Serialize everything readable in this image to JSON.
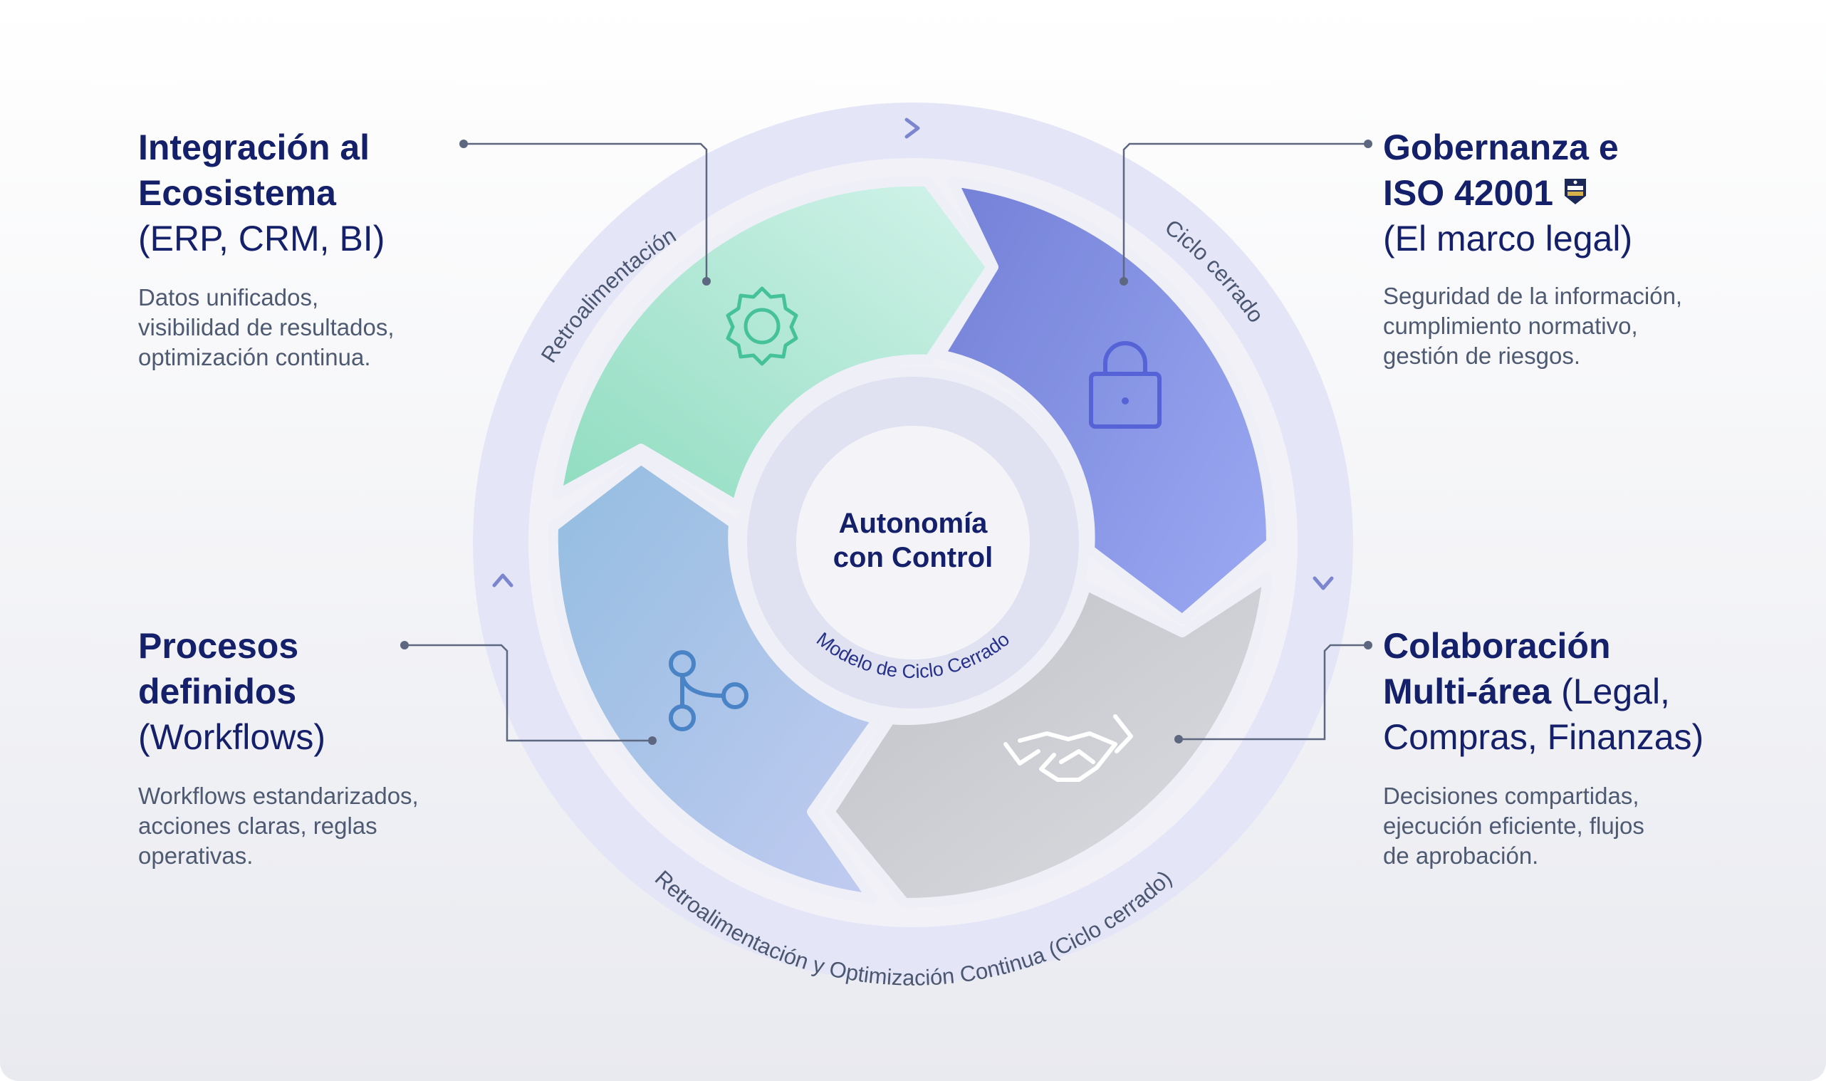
{
  "center": {
    "title_line1": "Autonomía",
    "title_line2": "con Control",
    "subtitle": "Modelo de Ciclo Cerrado"
  },
  "ring_labels": {
    "top_left": "Retroalimentación",
    "top_right": "Ciclo cerrado",
    "bottom": "Retroalimentación y Optimización Continua (Ciclo cerrado)"
  },
  "segments": [
    {
      "name": "Integración al Ecosistema",
      "icon": "gear-icon",
      "color_start": "#8fdcc0",
      "color_end": "#d3f3ea"
    },
    {
      "name": "Gobernanza e ISO 42001",
      "icon": "lock-icon",
      "color_start": "#7683d9",
      "color_end": "#9aa8f2"
    },
    {
      "name": "Colaboración Multi-área",
      "icon": "handshake-icon",
      "color_start": "#bfc1c8",
      "color_end": "#dcdde1"
    },
    {
      "name": "Procesos definidos",
      "icon": "workflow-icon",
      "color_start": "#93bde0",
      "color_end": "#c2cbf1"
    }
  ],
  "blocks": {
    "integracion": {
      "title_line1": "Integración al",
      "title_line2": "Ecosistema",
      "title_line3": "(ERP, CRM, BI)",
      "desc_line1": "Datos unificados,",
      "desc_line2": "visibilidad de resultados,",
      "desc_line3": "optimización continua."
    },
    "gobernanza": {
      "title_line1": "Gobernanza e",
      "title_line2": "ISO 42001",
      "title_line3": "(El marco legal)",
      "badge_icon": "iso-badge-icon",
      "desc_line1": "Seguridad de la información,",
      "desc_line2": "cumplimiento normativo,",
      "desc_line3": "gestión de riesgos."
    },
    "procesos": {
      "title_line1": "Procesos",
      "title_line2": "definidos",
      "title_line3": "(Workflows)",
      "desc_line1": "Workflows estandarizados,",
      "desc_line2": "acciones claras, reglas",
      "desc_line3": "operativas."
    },
    "colaboracion": {
      "title_line1": "Colaboración",
      "title_line2a": "Multi-área",
      "title_line2b": " (Legal,",
      "title_line3": "Compras, Finanzas)",
      "desc_line1": "Decisiones compartidas,",
      "desc_line2": "ejecución eficiente, flujos",
      "desc_line3": "de aprobación."
    }
  },
  "colors": {
    "title": "#15206b",
    "text": "#4e5a72",
    "ring": "#e2e5f8",
    "arrow_marker": "#7c86cf"
  }
}
